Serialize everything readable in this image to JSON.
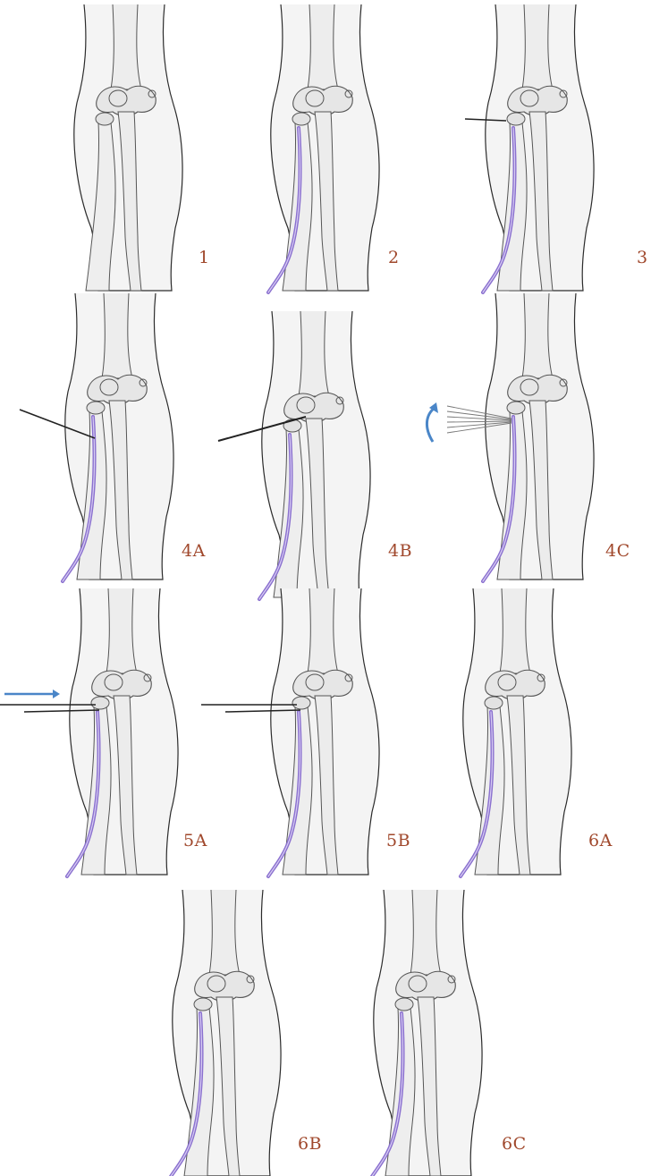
{
  "colors": {
    "label": "#a0482c",
    "nail": "#8a70cf",
    "arrow": "#4a86c8",
    "bone_line": "#555555",
    "skin_line": "#2b2b2b"
  },
  "panels": [
    {
      "id": "1",
      "label": "1",
      "nail": false,
      "wires": "none"
    },
    {
      "id": "2",
      "label": "2",
      "nail": true,
      "wires": "none"
    },
    {
      "id": "3",
      "label": "3",
      "nail": true,
      "wires": "probe"
    },
    {
      "id": "4A",
      "label": "4A",
      "nail": true,
      "wires": "lever-angled"
    },
    {
      "id": "4B",
      "label": "4B",
      "nail": true,
      "wires": "lever-lifted"
    },
    {
      "id": "4C",
      "label": "4C",
      "nail": true,
      "wires": "fan-rotation"
    },
    {
      "id": "5A",
      "label": "5A",
      "nail": true,
      "wires": "parallel-push"
    },
    {
      "id": "5B",
      "label": "5B",
      "nail": true,
      "wires": "parallel"
    },
    {
      "id": "6A",
      "label": "6A",
      "nail": true,
      "wires": "none"
    },
    {
      "id": "6B",
      "label": "6B",
      "nail": true,
      "wires": "none"
    },
    {
      "id": "6C",
      "label": "6C",
      "nail": true,
      "wires": "none"
    }
  ]
}
